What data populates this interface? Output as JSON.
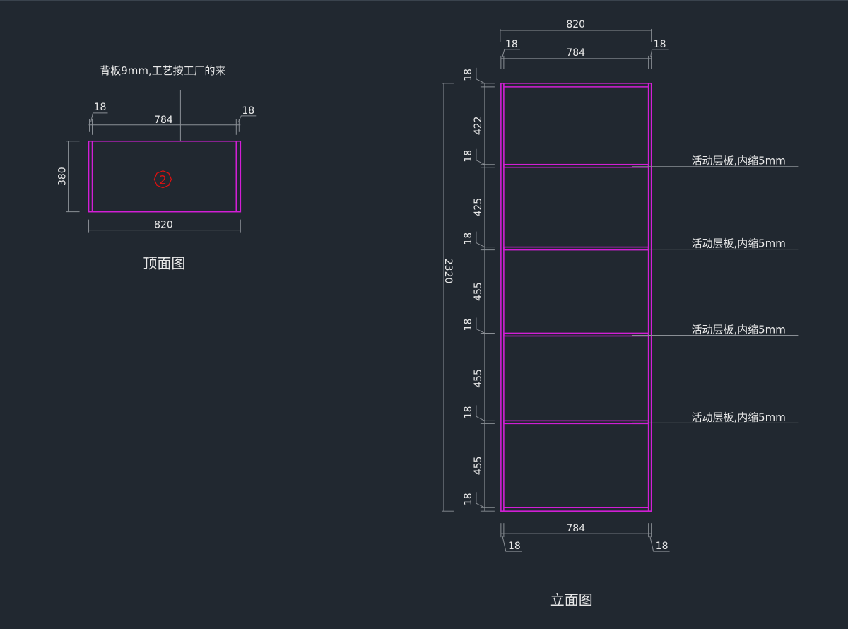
{
  "top_view": {
    "title": "顶面图",
    "note": "背板9mm,工艺按工厂的来",
    "part_number": "2",
    "dims": {
      "inner_width": "784",
      "outer_width": "820",
      "depth": "380",
      "left_side": "18",
      "right_side": "18"
    }
  },
  "elevation": {
    "title": "立面图",
    "dims": {
      "top_outer_width": "820",
      "top_inner_width": "784",
      "top_left": "18",
      "top_right": "18",
      "bottom_inner_width": "784",
      "bottom_left": "18",
      "bottom_right": "18",
      "total_height": "2320",
      "vertical": [
        "18",
        "422",
        "18",
        "425",
        "18",
        "455",
        "18",
        "455",
        "18",
        "455",
        "18"
      ]
    },
    "shelf_notes": [
      "活动层板,内缩5mm",
      "活动层板,内缩5mm",
      "活动层板,内缩5mm",
      "活动层板,内缩5mm"
    ]
  },
  "colors": {
    "background": "#212830",
    "panel": "#d21fd6",
    "dimension": "#8a8f95",
    "part_marker": "#e01010"
  }
}
